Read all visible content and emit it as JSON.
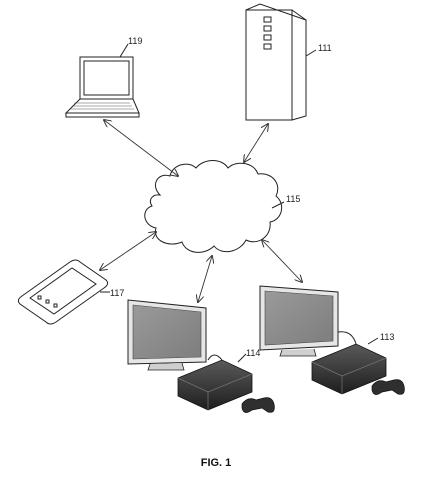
{
  "labels": {
    "server": "111",
    "laptop": "119",
    "network": "115",
    "phone": "117",
    "console_left": "114",
    "console_right": "113"
  },
  "caption": "FIG. 1",
  "colors": {
    "ink": "#222222",
    "screen_gray": "#8f8f8f",
    "console_dark": "#3a3a3a"
  }
}
